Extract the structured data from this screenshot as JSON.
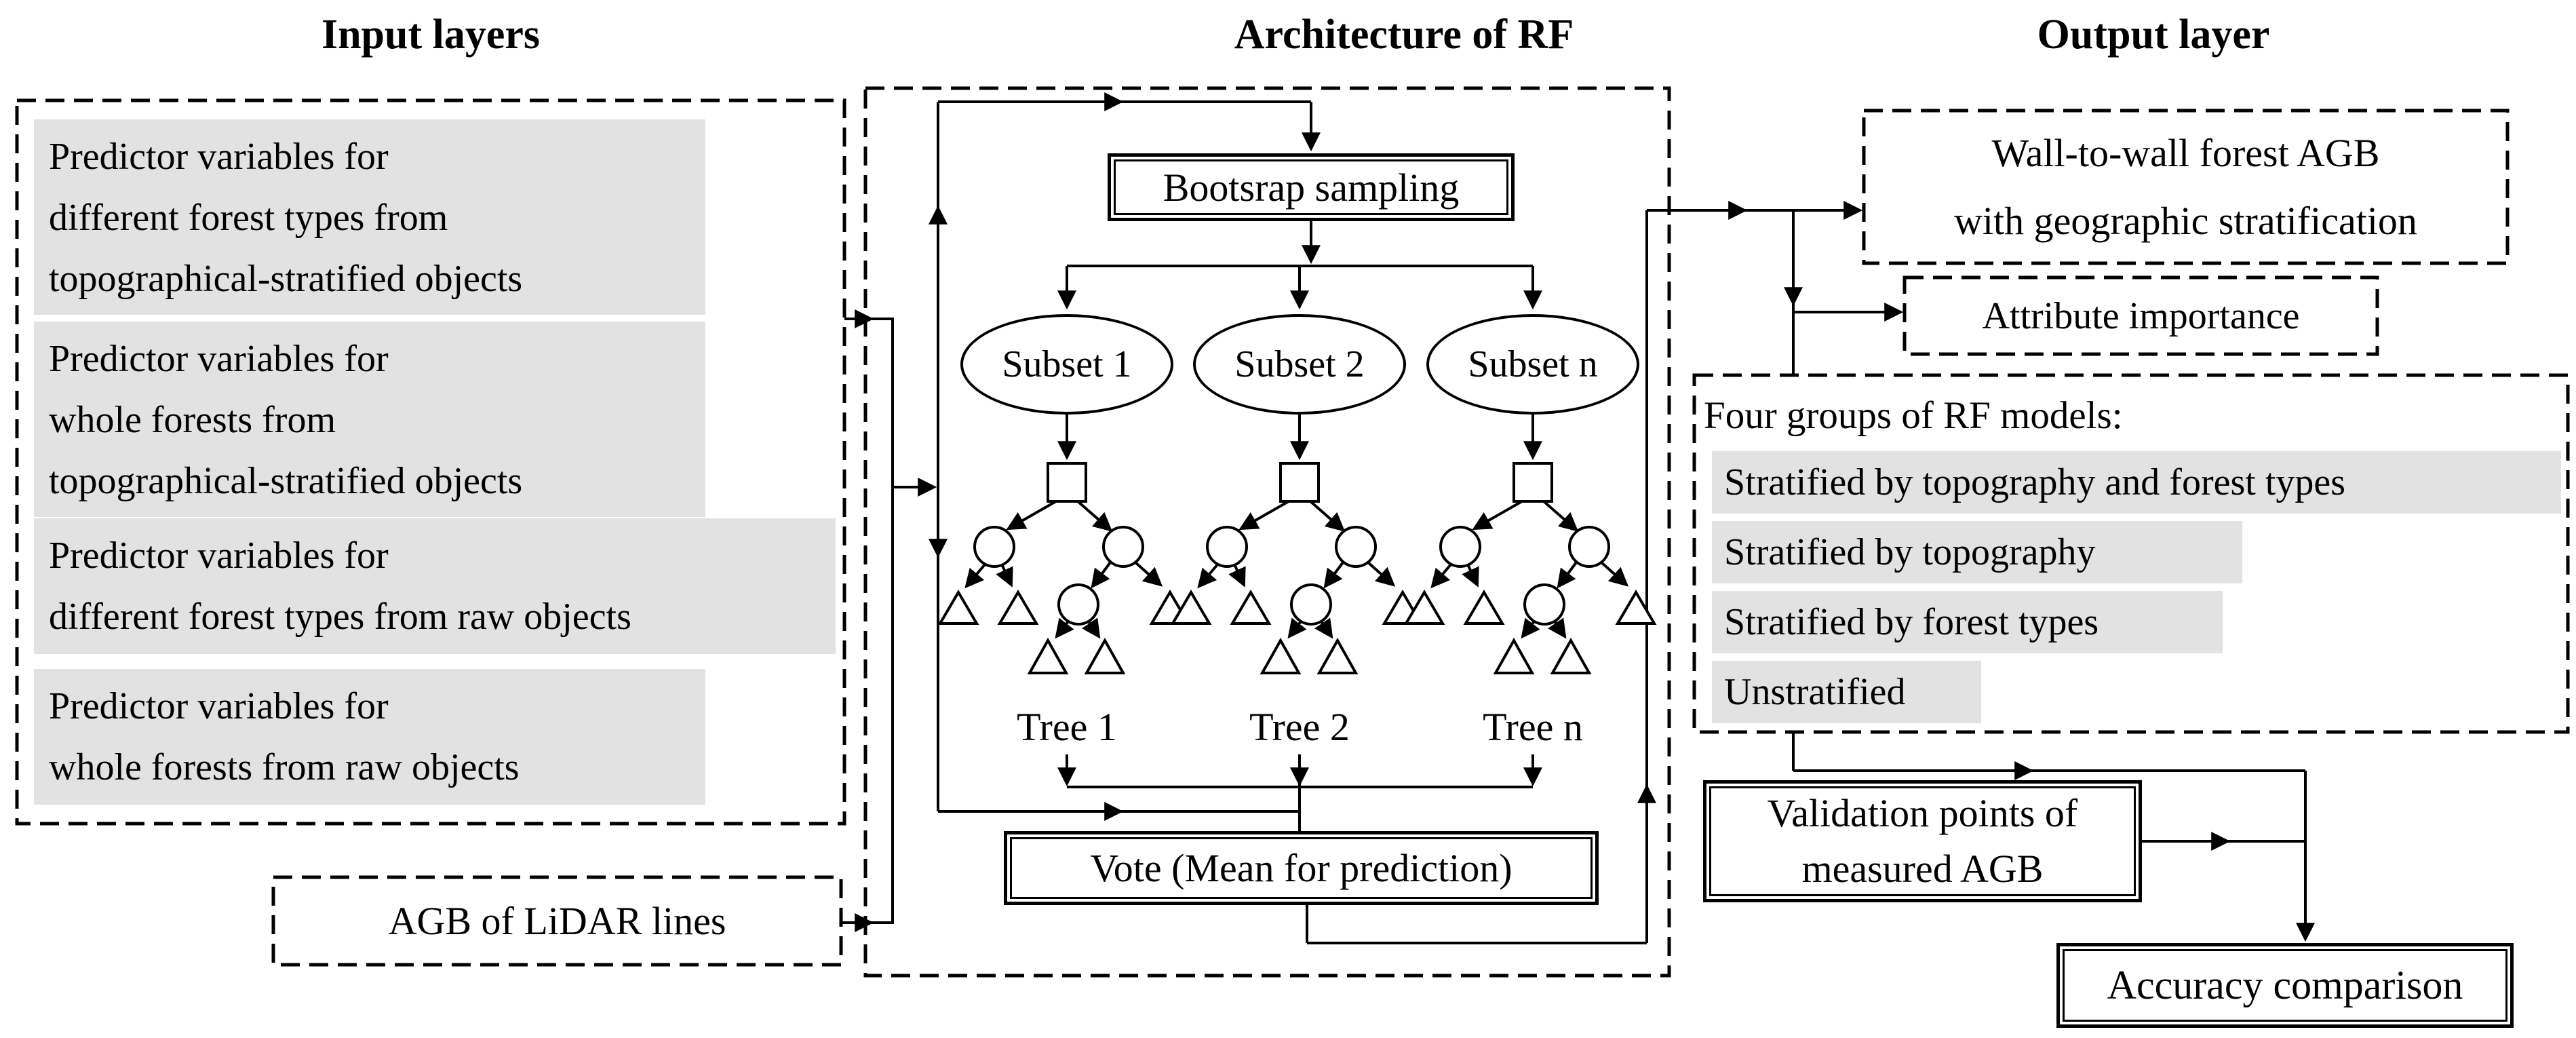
{
  "titles": {
    "input": "Input layers",
    "architecture": "Architecture of RF",
    "output": "Output layer"
  },
  "input_layers": {
    "blocks": [
      {
        "lines": [
          "Predictor variables for",
          "different forest types from",
          "topographical-stratified objects"
        ]
      },
      {
        "lines": [
          "Predictor variables for",
          "whole forests from",
          "topographical-stratified objects"
        ]
      },
      {
        "lines": [
          "Predictor variables for",
          "different forest types from raw objects"
        ]
      },
      {
        "lines": [
          "Predictor variables for",
          "whole forests from raw objects"
        ]
      }
    ],
    "agb_lidar": "AGB of LiDAR lines"
  },
  "architecture": {
    "bootstrap": "Bootsrap sampling",
    "subsets": [
      "Subset 1",
      "Subset 2",
      "Subset n"
    ],
    "trees": [
      "Tree 1",
      "Tree 2",
      "Tree n"
    ],
    "vote": "Vote (Mean for prediction)"
  },
  "output_layer": {
    "wall_to_wall": [
      "Wall-to-wall forest AGB",
      "with geographic stratification"
    ],
    "attribute_importance": "Attribute importance",
    "four_groups": {
      "title": "Four groups of RF models:",
      "items": [
        "Stratified by topography and forest types",
        "Stratified by topography",
        "Stratified by forest types",
        "Unstratified"
      ]
    },
    "validation": [
      "Validation points of",
      "measured AGB"
    ],
    "accuracy": "Accuracy comparison"
  },
  "colors": {
    "highlight": "#e2e2e2",
    "line": "#000000",
    "background": "#ffffff"
  }
}
